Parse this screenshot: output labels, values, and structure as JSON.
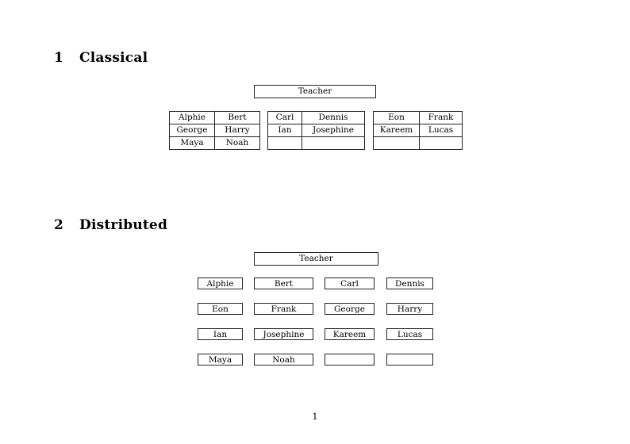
{
  "document": {
    "page_number": "1"
  },
  "sections": [
    {
      "number": "1",
      "title": "Classical",
      "teacher_label": "Teacher",
      "groups": [
        {
          "name": "group-left",
          "rows": [
            [
              "Alphie",
              "Bert"
            ],
            [
              "George",
              "Harry"
            ],
            [
              "Maya",
              "Noah"
            ]
          ]
        },
        {
          "name": "group-middle",
          "rows": [
            [
              "Carl",
              "Dennis"
            ],
            [
              "Ian",
              "Josephine"
            ],
            [
              "",
              ""
            ]
          ]
        },
        {
          "name": "group-right",
          "rows": [
            [
              "Eon",
              "Frank"
            ],
            [
              "Kareem",
              "Lucas"
            ],
            [
              "",
              ""
            ]
          ]
        }
      ]
    },
    {
      "number": "2",
      "title": "Distributed",
      "teacher_label": "Teacher",
      "rows": [
        [
          "Alphie",
          "Bert",
          "Carl",
          "Dennis"
        ],
        [
          "Eon",
          "Frank",
          "George",
          "Harry"
        ],
        [
          "Ian",
          "Josephine",
          "Kareem",
          "Lucas"
        ],
        [
          "Maya",
          "Noah",
          "",
          ""
        ]
      ]
    }
  ],
  "colors": {
    "page_background": "#ffffff",
    "text": "#000000",
    "border": "#222222"
  }
}
